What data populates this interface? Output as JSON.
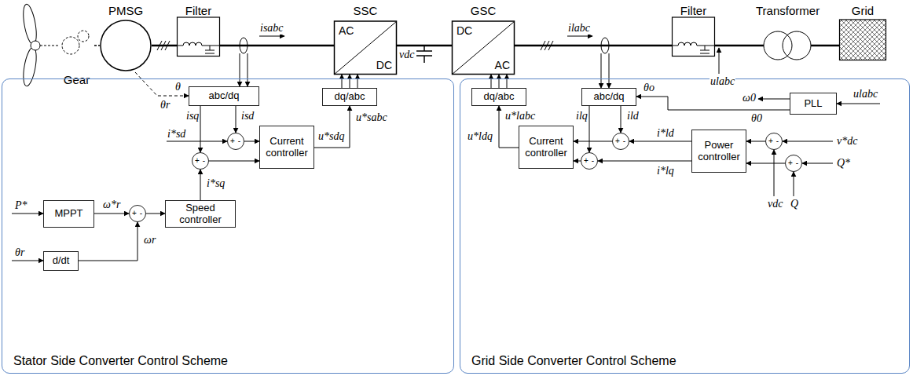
{
  "diagram": {
    "nodes": [
      {
        "text": [
          "Gear"
        ]
      },
      {
        "text": [
          "PMSG"
        ]
      },
      {
        "text": [
          "Filter"
        ]
      },
      {
        "text": [
          "SSC",
          "AC",
          "DC"
        ]
      },
      {
        "text": [
          "GSC",
          "DC",
          "AC"
        ]
      },
      {
        "text": [
          "Filter"
        ]
      },
      {
        "text": [
          "Transformer"
        ]
      },
      {
        "text": [
          "Grid"
        ]
      },
      {
        "text": [
          "Stator Side Converter Control Scheme"
        ]
      },
      {
        "text": [
          "abc/dq"
        ],
        "in": 8
      },
      {
        "text": [
          "dq/abc"
        ],
        "in": 8
      },
      {
        "text": [
          "+",
          "-"
        ],
        "in": 8
      },
      {
        "text": [
          "Current controller"
        ],
        "in": 8
      },
      {
        "text": [
          "+",
          "-"
        ],
        "in": 8
      },
      {
        "text": [
          "MPPT"
        ],
        "in": 8
      },
      {
        "text": [
          "+",
          "-"
        ],
        "in": 8
      },
      {
        "text": [
          "Speed controller"
        ],
        "in": 8
      },
      {
        "text": [
          "d/dt"
        ],
        "in": 8
      },
      {
        "text": [
          "Grid Side Converter Control Scheme"
        ]
      },
      {
        "text": [
          "dq/abc"
        ],
        "in": 18
      },
      {
        "text": [
          "abc/dq"
        ],
        "in": 18
      },
      {
        "text": [
          "PLL"
        ],
        "in": 18
      },
      {
        "text": [
          "Current controller"
        ],
        "in": 18
      },
      {
        "text": [
          "+",
          "-"
        ],
        "in": 18
      },
      {
        "text": [
          "Power controller"
        ],
        "in": 18
      },
      {
        "text": [
          "+",
          "-"
        ],
        "in": 18
      },
      {
        "text": [
          "+",
          "-"
        ],
        "in": 18
      },
      {
        "text": [
          "+",
          "-"
        ],
        "in": 18
      }
    ],
    "edges": [
      {
        "from": 0,
        "to": 1,
        "arrow": "none"
      },
      {
        "from": 1,
        "to": 2,
        "arrow": "none"
      },
      {
        "from": 2,
        "to": 3,
        "arrow": "none"
      },
      {
        "from": 3,
        "to": 4,
        "arrow": "none"
      },
      {
        "from": 4,
        "to": 5,
        "arrow": "none"
      },
      {
        "from": 5,
        "to": 6,
        "arrow": "none"
      },
      {
        "from": 6,
        "to": 7,
        "arrow": "none"
      },
      {
        "from": 1,
        "to": 9,
        "arrow": "to"
      },
      {
        "from": 10,
        "to": 3,
        "arrow": "to"
      },
      {
        "from": 12,
        "to": 10,
        "arrow": "to"
      },
      {
        "from": 9,
        "to": 11,
        "arrow": "to"
      },
      {
        "from": 11,
        "to": 12,
        "arrow": "to"
      },
      {
        "from": 9,
        "to": 13,
        "arrow": "to"
      },
      {
        "from": 13,
        "to": 12,
        "arrow": "to"
      },
      {
        "from": 14,
        "to": 15,
        "arrow": "to"
      },
      {
        "from": 17,
        "to": 15,
        "arrow": "to"
      },
      {
        "from": 15,
        "to": 16,
        "arrow": "to"
      },
      {
        "from": 16,
        "to": 13,
        "arrow": "to"
      },
      {
        "from": 19,
        "to": 4,
        "arrow": "to"
      },
      {
        "from": 22,
        "to": 19,
        "arrow": "to"
      },
      {
        "from": 20,
        "to": 23,
        "arrow": "to"
      },
      {
        "from": 23,
        "to": 22,
        "arrow": "to"
      },
      {
        "from": 20,
        "to": 26,
        "arrow": "to"
      },
      {
        "from": 26,
        "to": 22,
        "arrow": "to"
      },
      {
        "from": 24,
        "to": 23,
        "arrow": "to"
      },
      {
        "from": 24,
        "to": 26,
        "arrow": "to"
      },
      {
        "from": 25,
        "to": 24,
        "arrow": "to"
      },
      {
        "from": 27,
        "to": 24,
        "arrow": "to"
      },
      {
        "from": 21,
        "to": 20,
        "arrow": "to"
      }
    ],
    "labels": [
      "isabc",
      "vdc",
      "ilabc",
      "ulabc",
      "θr",
      "θ",
      "isq",
      "isd",
      "i*sd",
      "i*sq",
      "u*sabc",
      "u*sdq",
      "P*",
      "ω*r",
      "θr",
      "ωr",
      "u*labc",
      "u*ldq",
      "ilq",
      "ild",
      "i*ld",
      "i*lq",
      "θo",
      "ω0",
      "θ0",
      "ulabc",
      "v*dc",
      "Q*",
      "vdc",
      "Q"
    ]
  }
}
